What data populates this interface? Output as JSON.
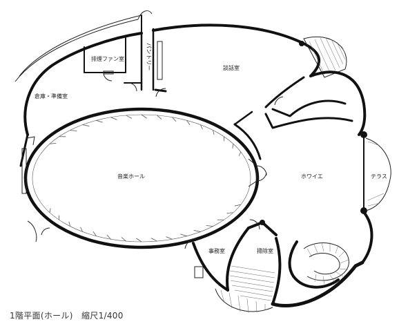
{
  "rooms": {
    "music_hall": "音楽ホール",
    "foyer": "ホワイエ",
    "lounge": "談話室",
    "storage": "倉庫・準備室",
    "smoke_fan": "排煙ファン室",
    "pantry": "パントリー",
    "terrace": "テラス",
    "office": "事務室",
    "cleaning": "掃除室"
  },
  "caption": "1階平面(ホール)　縮尺1/400"
}
